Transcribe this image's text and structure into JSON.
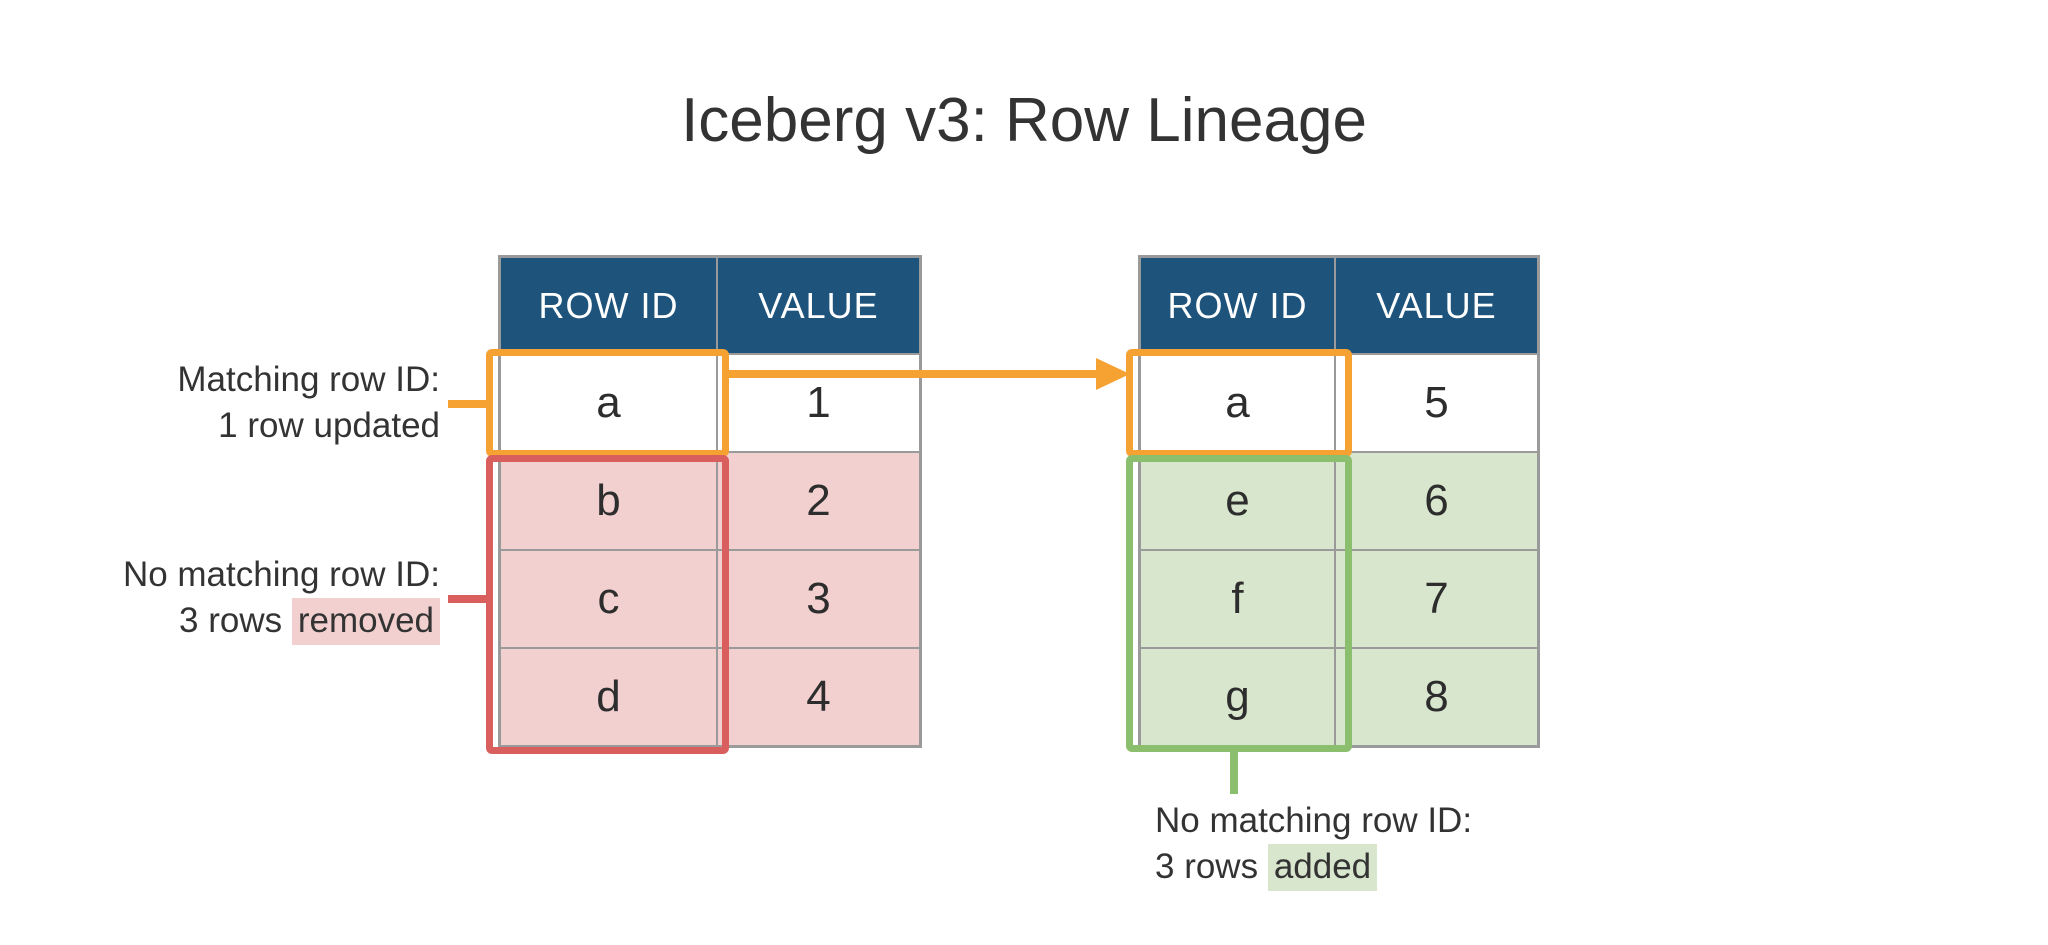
{
  "title": "Iceberg v3: Row Lineage",
  "colors": {
    "header_bg": "#1e547c",
    "header_text": "#ffffff",
    "gridline": "#9a9a9a",
    "text": "#333333",
    "updated_stroke": "#f5a233",
    "removed_stroke": "#d95f5f",
    "removed_fill": "#f2d0d0",
    "added_stroke": "#8cbf6d",
    "added_fill": "#d7e6cc"
  },
  "tables": {
    "left": {
      "columns": [
        "ROW ID",
        "VALUE"
      ],
      "rows": [
        {
          "id": "a",
          "value": "1"
        },
        {
          "id": "b",
          "value": "2"
        },
        {
          "id": "c",
          "value": "3"
        },
        {
          "id": "d",
          "value": "4"
        }
      ]
    },
    "right": {
      "columns": [
        "ROW ID",
        "VALUE"
      ],
      "rows": [
        {
          "id": "a",
          "value": "5"
        },
        {
          "id": "e",
          "value": "6"
        },
        {
          "id": "f",
          "value": "7"
        },
        {
          "id": "g",
          "value": "8"
        }
      ]
    }
  },
  "annotations": {
    "updated": {
      "line1": "Matching row ID:",
      "line2": "1 row updated"
    },
    "removed": {
      "line1": "No matching row ID:",
      "line2_prefix": "3 rows ",
      "highlight": "removed"
    },
    "added": {
      "line1": "No matching row ID:",
      "line2_prefix": "3 rows ",
      "highlight": "added"
    }
  }
}
